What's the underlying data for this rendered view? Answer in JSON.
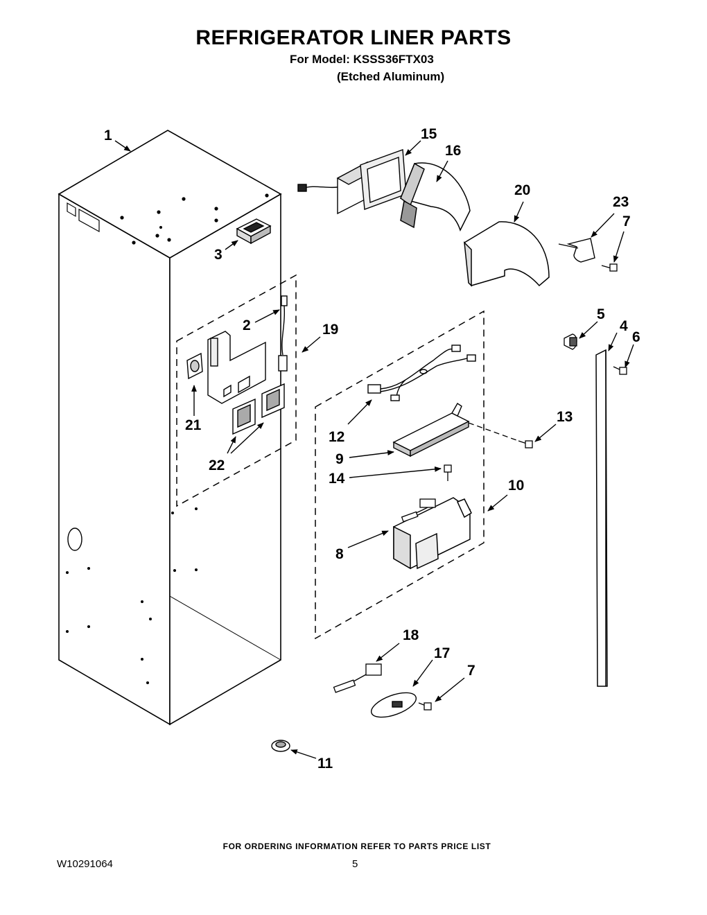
{
  "header": {
    "title": "REFRIGERATOR LINER PARTS",
    "model_line": "For Model: KSSS36FTX03",
    "finish_line": "(Etched Aluminum)"
  },
  "callouts": {
    "c1": "1",
    "c2": "2",
    "c3": "3",
    "c4": "4",
    "c5": "5",
    "c6": "6",
    "c7a": "7",
    "c7b": "7",
    "c8": "8",
    "c9": "9",
    "c10": "10",
    "c11": "11",
    "c12": "12",
    "c13": "13",
    "c14": "14",
    "c15": "15",
    "c16": "16",
    "c17": "17",
    "c18": "18",
    "c19": "19",
    "c20": "20",
    "c21": "21",
    "c22": "22",
    "c23": "23"
  },
  "footer": {
    "ordering_note": "FOR ORDERING INFORMATION REFER TO PARTS PRICE LIST",
    "doc_number": "W10291064",
    "page_number": "5"
  }
}
